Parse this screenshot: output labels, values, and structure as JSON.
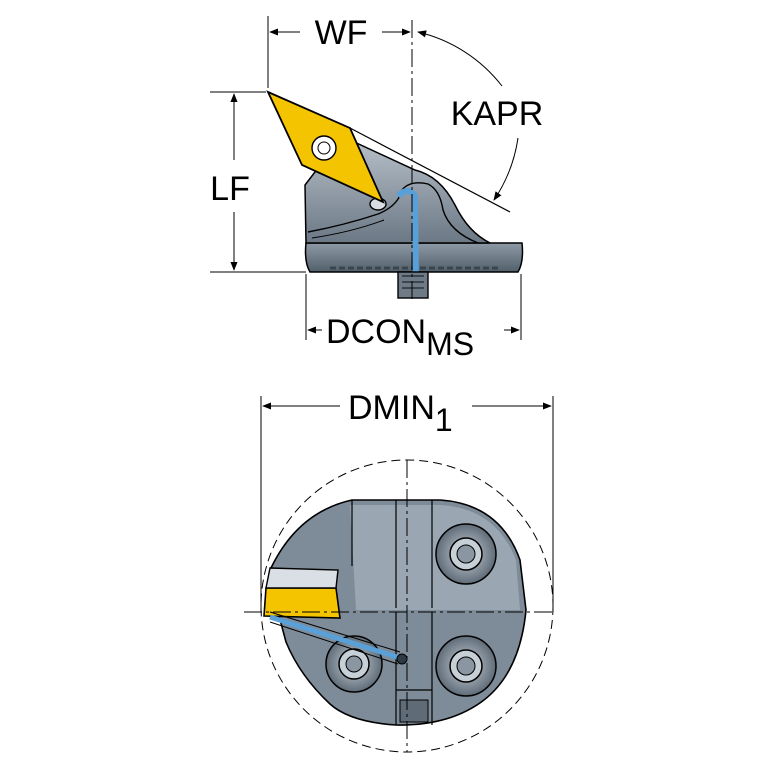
{
  "labels": {
    "wf": "WF",
    "kapr": "KAPR",
    "lf": "LF",
    "dcon": "DCON",
    "dcon_sub": "MS",
    "dmin": "DMIN",
    "dmin_sub": "1"
  },
  "colors": {
    "body": "#7d8a97",
    "body_light": "#aab4be",
    "body_dark": "#4f5b66",
    "insert": "#f5c400",
    "coolant": "#5aa0d8",
    "line": "#000000"
  }
}
